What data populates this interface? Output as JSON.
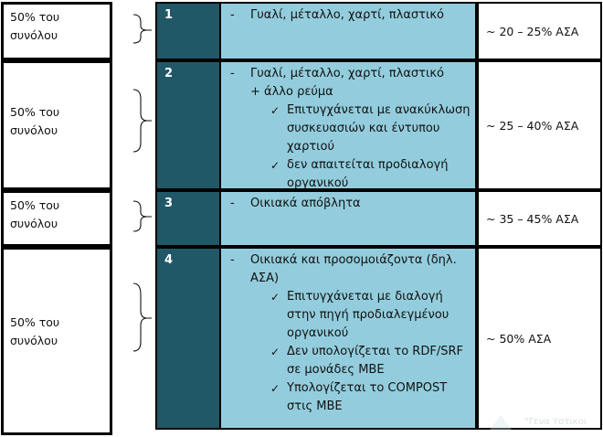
{
  "rows": [
    {
      "left": "50% του συνόλου",
      "num": "1",
      "main": "Γυαλί, μέταλλο, χαρτί, πλαστικό",
      "main2": "",
      "checks": [],
      "right": "~ 20 – 25% ΑΣΑ"
    },
    {
      "left": "50% του συνόλου",
      "num": "2",
      "main": "Γυαλί, μέταλλο, χαρτί, πλαστικό",
      "main2": "+ άλλο ρεύμα",
      "checks": [
        "Επιτυγχάνεται με ανακύκλωση συσκευασιών και έντυπου χαρτιού",
        "δεν απαιτείται προδιαλογή οργανικού"
      ],
      "right": "~ 25 – 40% ΑΣΑ"
    },
    {
      "left": "50% του συνόλου",
      "num": "3",
      "main": "Οικιακά απόβλητα",
      "main2": "",
      "checks": [],
      "right": "~ 35 – 45% ΑΣΑ"
    },
    {
      "left": "50% του συνόλου",
      "num": "4",
      "main": "Οικιακά και προσομοιάζοντα (δηλ. ΑΣΑ)",
      "main2": "",
      "checks": [
        "Επιτυγχάνεται με διαλογή στην πηγή προδιαλεγμένου οργανικού",
        "Δεν υπολογίζεται το RDF/SRF σε μονάδες ΜΒΕ",
        "Υπολογίζεται το COMPOST στις ΜΒΕ"
      ],
      "right": "~ 50% ΑΣΑ"
    }
  ],
  "dash_symbol": "-",
  "check_symbol": "✓",
  "watermark": "\"Γενα Υστικοι"
}
